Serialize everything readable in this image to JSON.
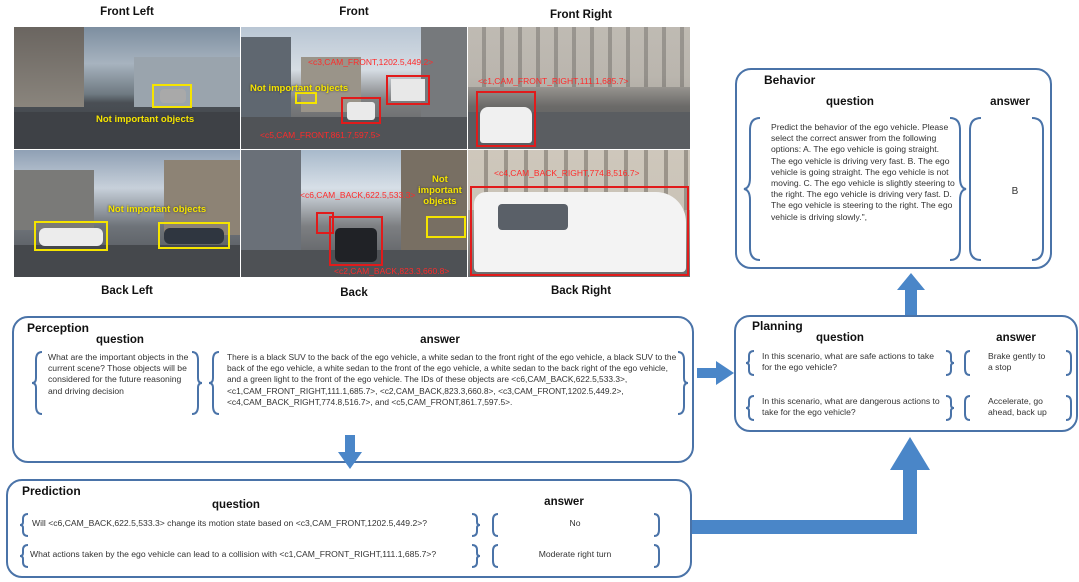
{
  "cameras": {
    "front_left": "Front Left",
    "front": "Front",
    "front_right": "Front Right",
    "back_left": "Back Left",
    "back": "Back",
    "back_right": "Back Right"
  },
  "image_labels": {
    "not_important_1": "Not important objects",
    "not_important_2": "Not important objects",
    "not_important_3": "Not important objects",
    "not_important_4": "Not\nimportant\nobjects",
    "c3": "<c3,CAM_FRONT,1202.5,449.2>",
    "c5": "<c5,CAM_FRONT,861.7,597.5>",
    "c1": "<c1,CAM_FRONT_RIGHT,111.1,685.7>",
    "c6": "<c6,CAM_BACK,622.5,533.3>",
    "c2": "<c2,CAM_BACK,823.3,660.8>",
    "c4": "<c4,CAM_BACK_RIGHT,774.8,516.7>"
  },
  "behavior": {
    "title": "Behavior",
    "question_header": "question",
    "answer_header": "answer",
    "question": "Predict the behavior of the ego vehicle. Please select the correct answer from the following options: A. The ego vehicle is going straight. The ego vehicle is driving very fast. B. The ego vehicle is going straight. The ego vehicle is not moving. C. The ego vehicle is slightly steering to the right. The ego vehicle is driving very fast. D. The ego vehicle is steering to the right. The ego vehicle is driving slowly.\",",
    "answer": "B"
  },
  "perception": {
    "title": "Perception",
    "question_header": "question",
    "answer_header": "answer",
    "question": "What are the important objects in the current scene? Those objects will be considered for the future reasoning and driving decision",
    "answer": "There is a black SUV to the back of the ego vehicle, a white sedan to the front right of the ego vehicle, a black SUV to the back of the ego vehicle, a white sedan to the front of the ego vehicle, a white sedan to the back right of the ego vehicle, and a green light to the front of the ego vehicle. The IDs of these objects are <c6,CAM_BACK,622.5,533.3>, <c1,CAM_FRONT_RIGHT,111.1,685.7>, <c2,CAM_BACK,823.3,660.8>, <c3,CAM_FRONT,1202.5,449.2>, <c4,CAM_BACK_RIGHT,774.8,516.7>, and <c5,CAM_FRONT,861.7,597.5>."
  },
  "planning": {
    "title": "Planning",
    "question_header": "question",
    "answer_header": "answer",
    "q1": "In this scenario, what are safe actions to take for the ego vehicle?",
    "a1": "Brake gently to a stop",
    "q2": "In this scenario, what are dangerous actions to take for the ego vehicle?",
    "a2": "Accelerate, go ahead, back up"
  },
  "prediction": {
    "title": "Prediction",
    "question_header": "question",
    "answer_header": "answer",
    "q1": "Will <c6,CAM_BACK,622.5,533.3> change its motion state based on <c3,CAM_FRONT,1202.5,449.2>?",
    "a1": "No",
    "q2": "What actions taken by the ego vehicle can lead to a collision with <c1,CAM_FRONT_RIGHT,111.1,685.7>?",
    "a2": "Moderate right turn"
  },
  "colors": {
    "panel_border": "#4a73a8",
    "arrow": "#4a86c8",
    "yellow_box": "#f5e400",
    "red_box": "#e11b1b"
  }
}
